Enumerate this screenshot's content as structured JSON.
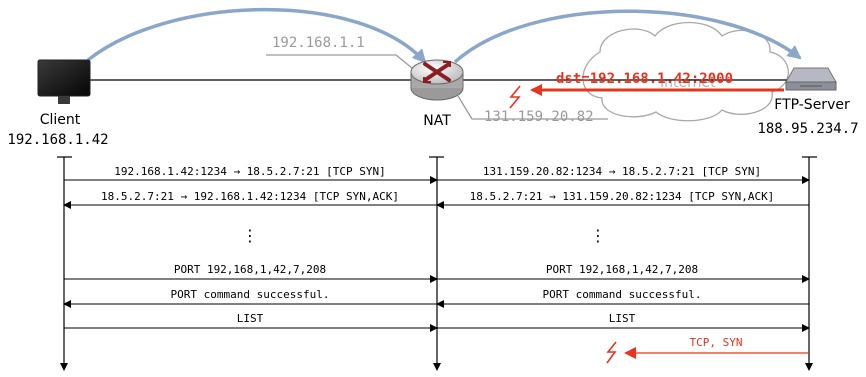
{
  "nodes": {
    "client": {
      "label": "Client",
      "ip": "192.168.1.42"
    },
    "nat": {
      "label": "NAT",
      "inner_ip": "192.168.1.1",
      "outer_ip": "131.159.20.82"
    },
    "server": {
      "label": "FTP-Server",
      "ip": "188.95.234.7"
    }
  },
  "cloud_label": "Internet",
  "attack_label": "dst=192.168.1.42:2000",
  "messages_left": [
    "192.168.1.42:1234 → 18.5.2.7:21 [TCP SYN]",
    "18.5.2.7:21 → 192.168.1.42:1234 [TCP SYN,ACK]",
    "⋮",
    "PORT 192,168,1,42,7,208",
    "PORT command successful.",
    "LIST"
  ],
  "messages_right": [
    "131.159.20.82:1234 → 18.5.2.7:21 [TCP SYN]",
    "18.5.2.7:21 → 131.159.20.82:1234 [TCP SYN,ACK]",
    "⋮",
    "PORT 192,168,1,42,7,208",
    "PORT command successful.",
    "LIST",
    "TCP, SYN"
  ],
  "colors": {
    "arc_blue": "#8aa6c8",
    "red": "#e8331f",
    "gray_text": "#9a9a9a",
    "line": "#000000"
  }
}
